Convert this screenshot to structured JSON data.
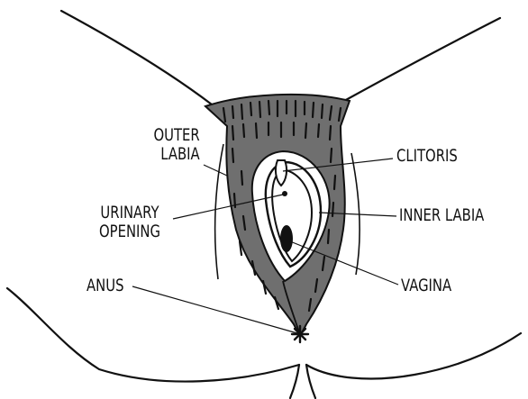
{
  "labels": {
    "outer_labia_line1": "OUTER",
    "outer_labia_line2": "LABIA",
    "clitoris": "CLITORIS",
    "urinary_line1": "URINARY",
    "urinary_line2": "OPENING",
    "inner_labia": "INNER LABIA",
    "anus": "ANUS",
    "vagina": "VAGINA"
  },
  "colors": {
    "outline": "#111111",
    "hair_fill": "#6f6f6f",
    "background": "#ffffff"
  }
}
